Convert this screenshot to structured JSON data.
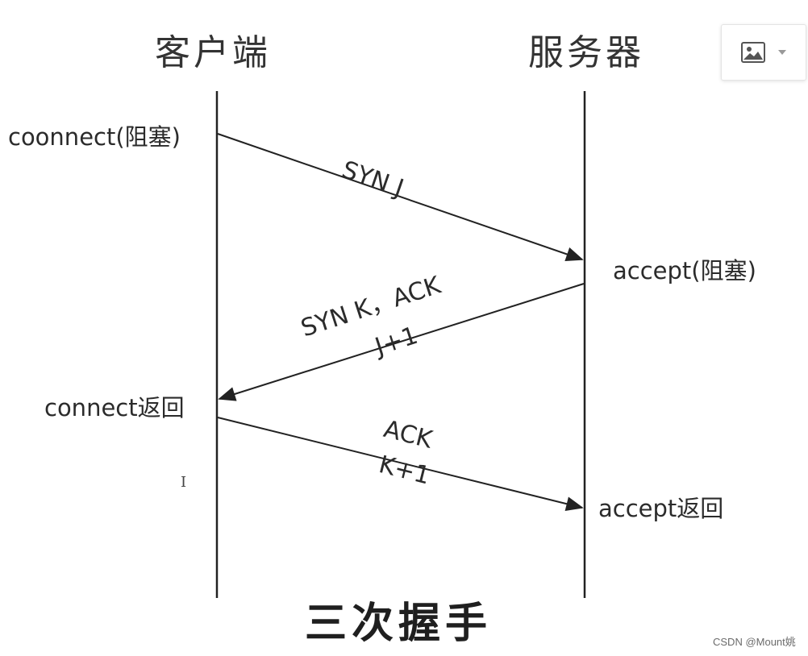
{
  "header": {
    "client_label": "客户端",
    "server_label": "服务器"
  },
  "events": {
    "client_connect_block": "coonnect(阻塞)",
    "server_accept_block": "accept(阻塞)",
    "client_connect_return": "connect返回",
    "server_accept_return": "accept返回"
  },
  "messages": {
    "syn_j": "SYN J",
    "syn_k_ack_line1": "SYN K，ACK",
    "syn_k_ack_line2": "J+1",
    "ack_line1": "ACK",
    "ack_line2": "K+1"
  },
  "caption": "三次握手",
  "watermark": "CSDN @Mount姚",
  "toolbar": {
    "image_icon": "image-icon",
    "dropdown_icon": "caret-down-icon"
  },
  "colors": {
    "line": "#222222",
    "text": "#2b2b2b"
  }
}
